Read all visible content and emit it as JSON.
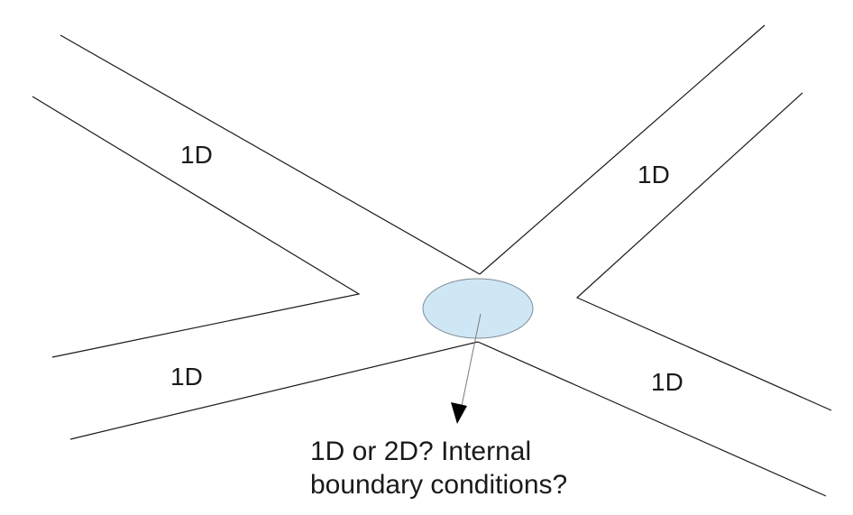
{
  "labels": {
    "upper_left": "1D",
    "upper_right": "1D",
    "lower_left": "1D",
    "lower_right": "1D"
  },
  "annotation": {
    "line1": "1D or  2D? Internal",
    "line2": "boundary conditions?"
  },
  "colors": {
    "line": "#1a1a1a",
    "junction_fill": "#cfe6f4",
    "junction_stroke": "#7f8f99",
    "arrow": "#000000"
  }
}
